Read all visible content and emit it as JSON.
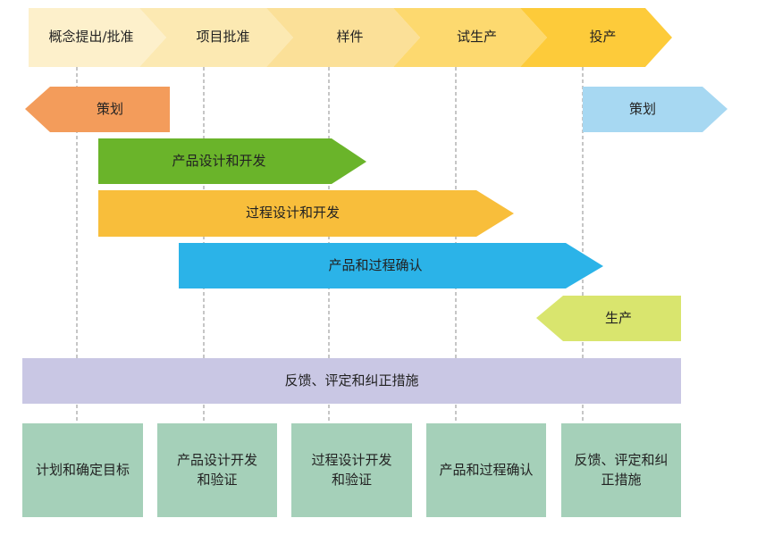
{
  "phases": [
    "概念提出/批准",
    "项目批准",
    "样件",
    "试生产",
    "投产"
  ],
  "bands": {
    "plan_left": "策划",
    "plan_right": "策划",
    "product_design": "产品设计和开发",
    "process_design": "过程设计和开发",
    "validation": "产品和过程确认",
    "production": "生产",
    "feedback": "反馈、评定和纠正措施"
  },
  "stages": [
    "计划和确定目标",
    "产品设计开发和验证",
    "过程设计开发和验证",
    "产品和过程确认",
    "反馈、评定和纠正措施"
  ],
  "colors": {
    "phase_1": "#FDF0CB",
    "phase_2": "#FCE9B2",
    "phase_3": "#FBE098",
    "phase_4": "#FDD96F",
    "phase_5": "#FDCB3A",
    "plan_left": "#F39C5B",
    "plan_right": "#A7D8F2",
    "product_design": "#6AB42A",
    "process_design": "#F8BE3B",
    "validation": "#2BB3E8",
    "production": "#D9E56E",
    "feedback": "#C9C7E4",
    "stage_box": "#A5D0B9",
    "guide_line": "#8C8C8C"
  }
}
